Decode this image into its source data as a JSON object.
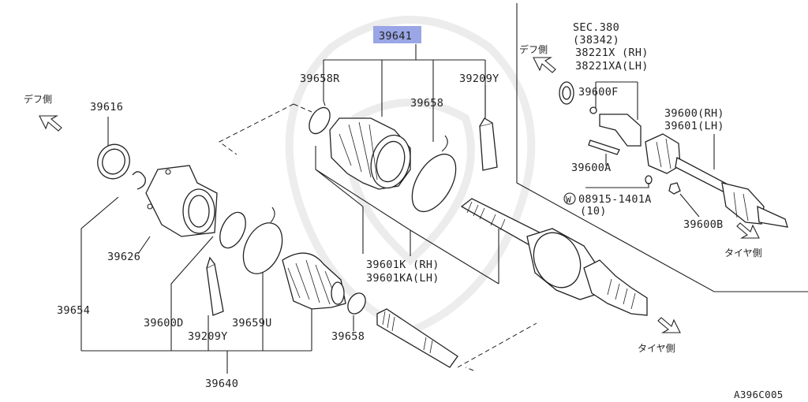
{
  "diagram": {
    "highlight_part": "39641",
    "figure_code": "A396C005",
    "direction_labels": {
      "diff_side": "デフ側",
      "tire_side": "タイヤ側"
    },
    "parts": {
      "p39641": "39641",
      "p39658R": "39658R",
      "p39209Y_top": "39209Y",
      "p39658_top": "39658",
      "p39616": "39616",
      "p39626": "39626",
      "p39654": "39654",
      "p39600D": "39600D",
      "p39209Y_bot": "39209Y",
      "p39659U": "39659U",
      "p39658_bot": "39658",
      "p39640": "39640",
      "p39601K": "39601K  (RH)",
      "p39601KA": "39601KA(LH)",
      "sec380": "SEC.380",
      "p38342": "(38342)",
      "p38221X": "38221X  (RH)",
      "p38221XA": "38221XA(LH)",
      "p39600F": "39600F",
      "p39600RH": "39600(RH)",
      "p39601LH": "39601(LH)",
      "p39600A": "39600A",
      "bolt_code": "08915-1401A",
      "bolt_qty": "(10)",
      "bolt_marker": "W",
      "p39600B": "39600B"
    }
  }
}
